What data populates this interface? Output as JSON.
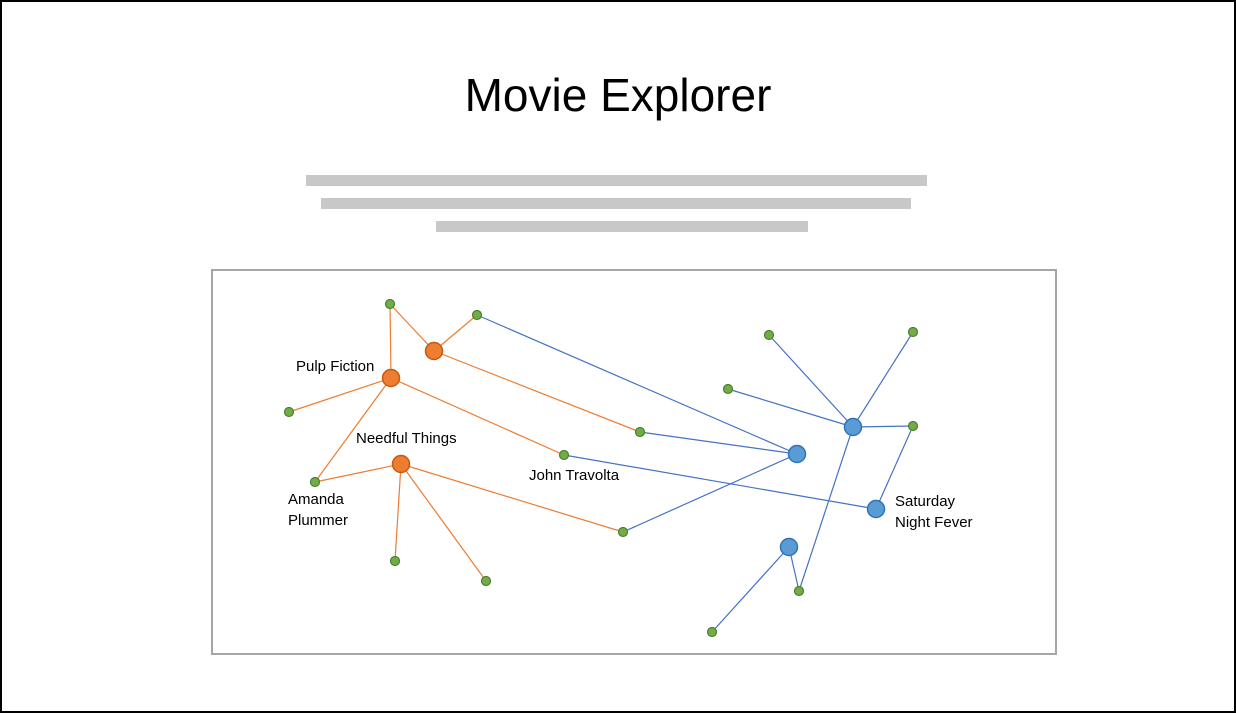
{
  "page": {
    "title": "Movie Explorer"
  },
  "graph": {
    "labels": {
      "pulp_fiction": "Pulp Fiction",
      "needful_things": "Needful Things",
      "john_travolta": "John Travolta",
      "amanda_line1": "Amanda",
      "amanda_line2": "Plummer",
      "saturday_line1": "Saturday",
      "saturday_line2": "Night Fever"
    },
    "colors": {
      "orange_node": "#ed7d31",
      "orange_stroke": "#c55a11",
      "blue_node": "#5b9bd5",
      "blue_stroke": "#2e75b6",
      "green_node": "#70ad47",
      "green_stroke": "#507e32",
      "orange_edge": "#ed7d31",
      "blue_edge": "#4472c4"
    }
  }
}
